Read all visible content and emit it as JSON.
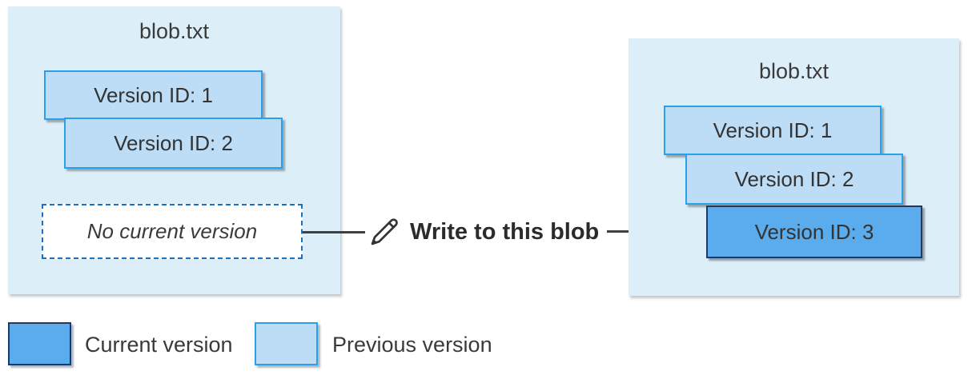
{
  "left_blob": {
    "title": "blob.txt",
    "versions": [
      {
        "label": "Version ID: 1",
        "state": "previous"
      },
      {
        "label": "Version ID: 2",
        "state": "previous"
      }
    ],
    "placeholder": "No current version"
  },
  "action": {
    "label": "Write to this blob",
    "icon": "pencil-icon"
  },
  "right_blob": {
    "title": "blob.txt",
    "versions": [
      {
        "label": "Version ID: 1",
        "state": "previous"
      },
      {
        "label": "Version ID: 2",
        "state": "previous"
      },
      {
        "label": "Version ID: 3",
        "state": "current"
      }
    ]
  },
  "legend": {
    "items": [
      {
        "label": "Current version",
        "color": "#5bacec"
      },
      {
        "label": "Previous version",
        "color": "#bdddf6"
      }
    ]
  },
  "colors": {
    "container_bg": "#dceef8",
    "previous_fill": "#bdddf6",
    "previous_border": "#29a0e8",
    "current_fill": "#5bacec",
    "current_border": "#1f3864",
    "dashed_border": "#1f6fbf",
    "arrow": "#404040",
    "text": "#3a3a3a"
  }
}
